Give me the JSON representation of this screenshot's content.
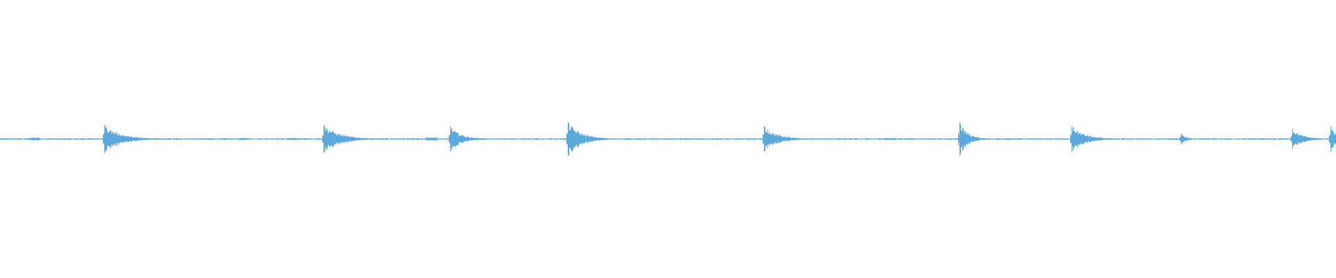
{
  "waveform": {
    "color": "#5ba9dc",
    "background": "#ffffff",
    "baseline_level": 0.0,
    "noise_level": 0.004,
    "transients": [
      {
        "position": 0.078,
        "peak": 0.1,
        "decay": 0.012
      },
      {
        "position": 0.242,
        "peak": 0.1,
        "decay": 0.012
      },
      {
        "position": 0.337,
        "peak": 0.09,
        "decay": 0.008
      },
      {
        "position": 0.425,
        "peak": 0.12,
        "decay": 0.01
      },
      {
        "position": 0.572,
        "peak": 0.09,
        "decay": 0.01
      },
      {
        "position": 0.718,
        "peak": 0.12,
        "decay": 0.006
      },
      {
        "position": 0.802,
        "peak": 0.09,
        "decay": 0.01
      },
      {
        "position": 0.884,
        "peak": 0.04,
        "decay": 0.004
      },
      {
        "position": 0.967,
        "peak": 0.07,
        "decay": 0.008
      },
      {
        "position": 0.996,
        "peak": 0.09,
        "decay": 0.004
      }
    ],
    "minor_blips": [
      {
        "position": 0.025,
        "peak": 0.01
      },
      {
        "position": 0.182,
        "peak": 0.008
      },
      {
        "position": 0.218,
        "peak": 0.008
      },
      {
        "position": 0.322,
        "peak": 0.012
      },
      {
        "position": 0.665,
        "peak": 0.008
      }
    ]
  }
}
